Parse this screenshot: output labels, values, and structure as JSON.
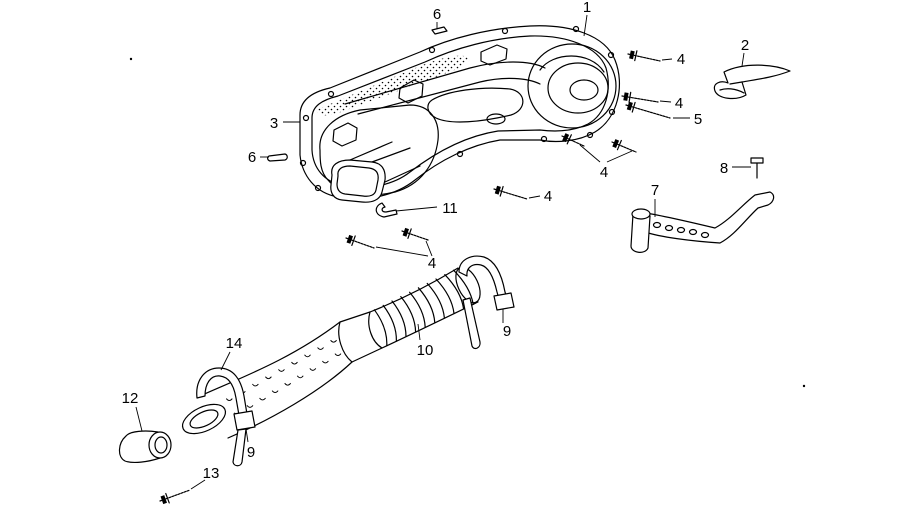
{
  "callouts": [
    "6",
    "1",
    "4",
    "2",
    "4",
    "5",
    "3",
    "6",
    "4",
    "8",
    "7",
    "4",
    "11",
    "4",
    "9",
    "10",
    "14",
    "12",
    "9",
    "13"
  ],
  "colors": {
    "line": "#000000",
    "background": "#ffffff"
  }
}
